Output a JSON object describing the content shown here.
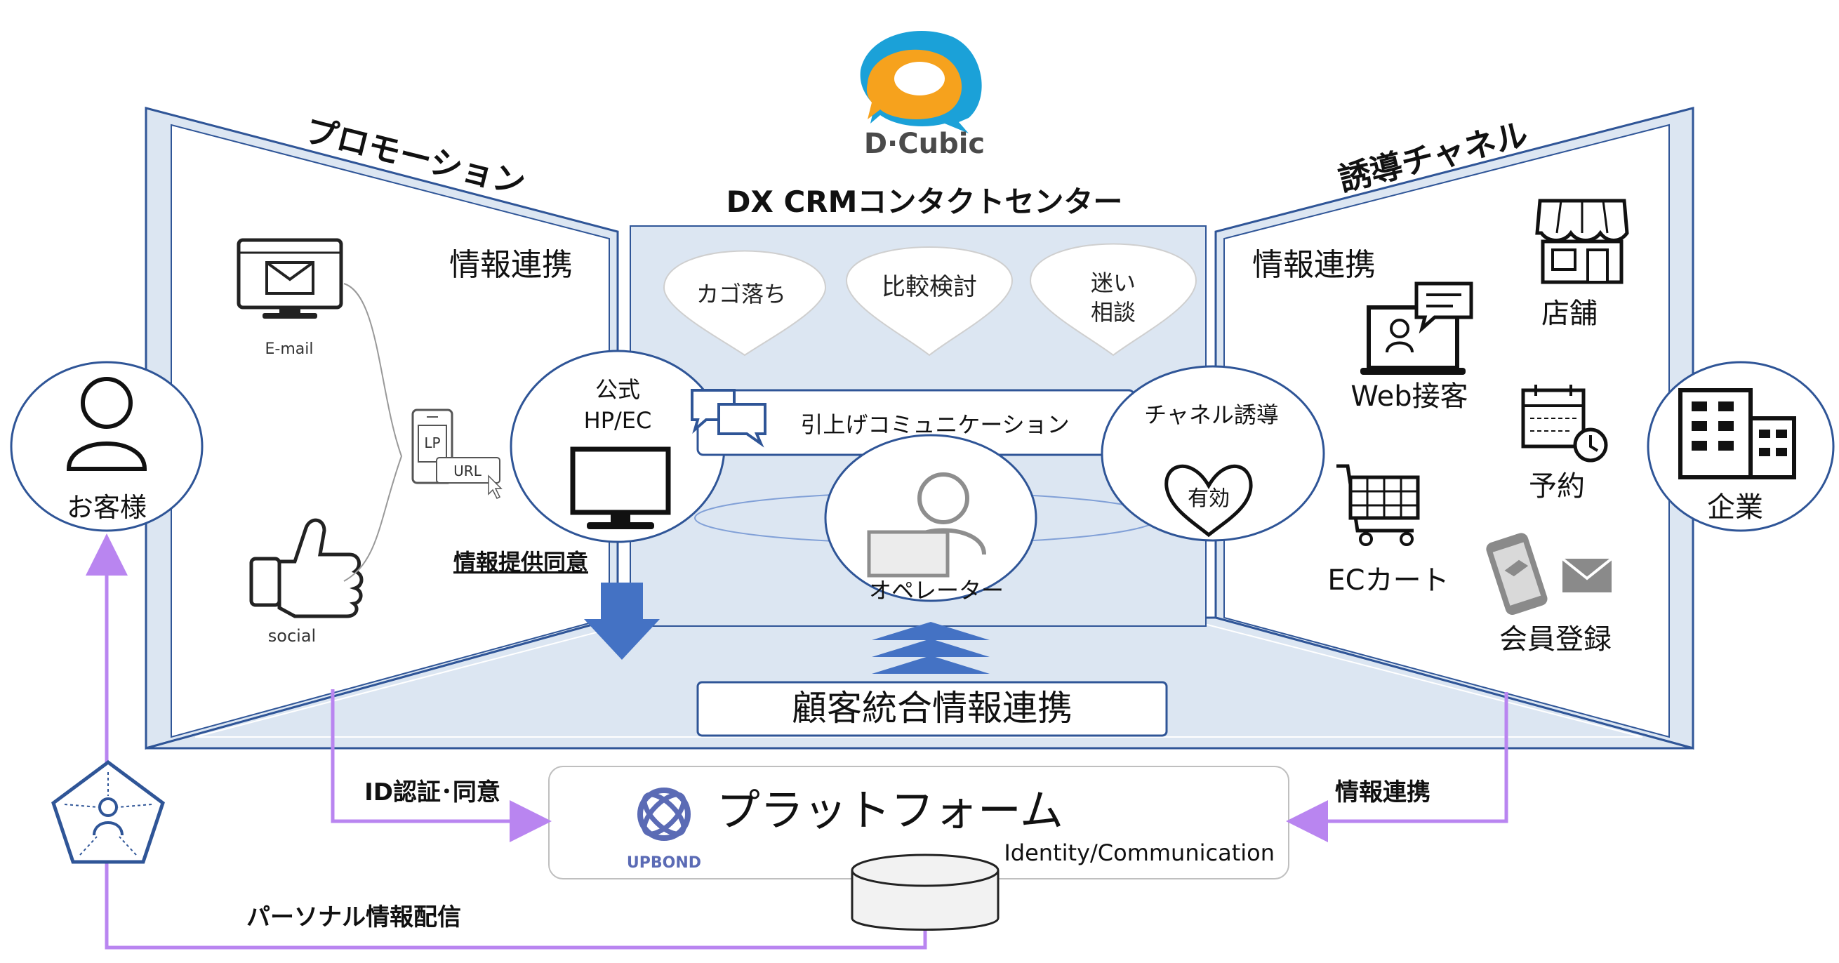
{
  "logo": {
    "text": "D·Cubic"
  },
  "sections": {
    "promotion": "プロモーション",
    "center": "DX CRMコンタクトセンター",
    "channel": "誘導チャネル"
  },
  "left_panel": {
    "info_link": "情報連携",
    "email": "E-mail",
    "social": "social",
    "phone_lp": "LP",
    "phone_url": "URL",
    "consent": "情報提供同意"
  },
  "customer": {
    "label": "お客様"
  },
  "company": {
    "label": "企業"
  },
  "center_panel": {
    "bubbles": [
      "カゴ落ち",
      "比較検討",
      "迷い",
      "相談"
    ],
    "official_line1": "公式",
    "official_line2": "HP/EC",
    "pull_up": "引上げコミュニケーション",
    "operator": "オペレーター",
    "channel_guide": "チャネル誘導",
    "effective": "有効",
    "integration": "顧客統合情報連携"
  },
  "right_panel": {
    "info_link": "情報連携",
    "web": "Web接客",
    "store": "店舗",
    "reservation": "予約",
    "ec_cart": "ECカート",
    "member": "会員登録"
  },
  "platform": {
    "title": "プラットフォーム",
    "subtitle": "Identity/Communication",
    "brand": "UPBOND"
  },
  "flows": {
    "id_auth": "ID認証･同意",
    "info_link": "情報連携",
    "personal": "パーソナル情報配信"
  },
  "colors": {
    "panel_fill": "#dce6f2",
    "panel_edge": "#2f5597",
    "flow_purple": "#b985f0",
    "arrow_blue": "#4472c4",
    "logo_blue": "#1ba1d8",
    "logo_orange": "#f6a21d"
  }
}
